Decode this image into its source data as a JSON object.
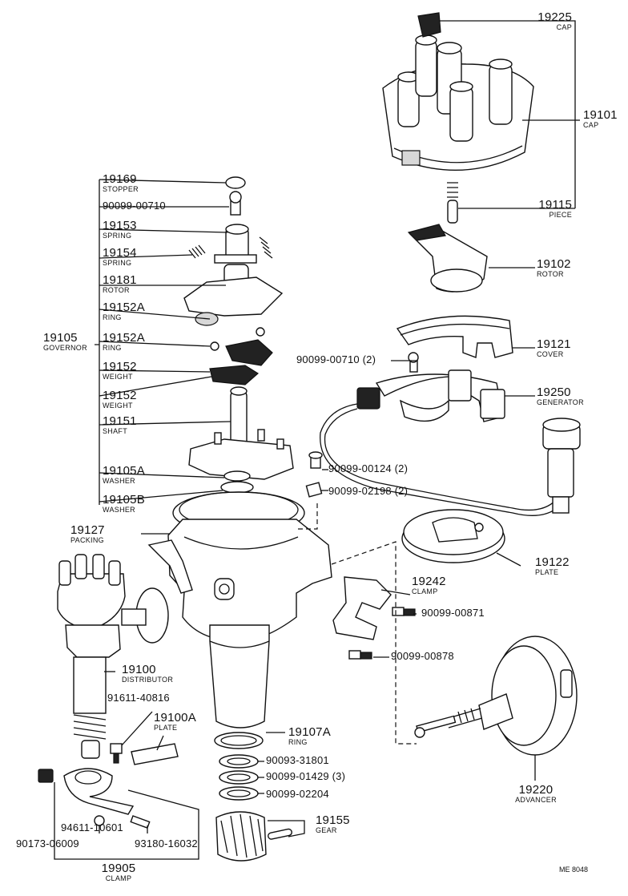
{
  "labels": {
    "cap_top": {
      "num": "19225",
      "sub": "CAP"
    },
    "cap": {
      "num": "19101",
      "sub": "CAP"
    },
    "piece": {
      "num": "19115",
      "sub": "PIECE"
    },
    "rotor": {
      "num": "19102",
      "sub": "ROTOR"
    },
    "cover": {
      "num": "19121",
      "sub": "COVER"
    },
    "bolt_cover": {
      "num": "90099-00710 (2)",
      "sub": ""
    },
    "generator": {
      "num": "19250",
      "sub": "GENERATOR"
    },
    "screw_00124": {
      "num": "90099-00124 (2)",
      "sub": ""
    },
    "screw_02198": {
      "num": "90099-02198 (2)",
      "sub": ""
    },
    "plate_19122": {
      "num": "19122",
      "sub": "PLATE"
    },
    "clamp_19242": {
      "num": "19242",
      "sub": "CLAMP"
    },
    "screw_00871": {
      "num": "90099-00871",
      "sub": ""
    },
    "screw_00878": {
      "num": "90099-00878",
      "sub": ""
    },
    "advancer": {
      "num": "19220",
      "sub": "ADVANCER"
    },
    "stopper": {
      "num": "19169",
      "sub": "STOPPER"
    },
    "bolt_gov": {
      "num": "90099-00710",
      "sub": ""
    },
    "spring_19153": {
      "num": "19153",
      "sub": "SPRING"
    },
    "spring_19154": {
      "num": "19154",
      "sub": "SPRING"
    },
    "rotor_19181": {
      "num": "19181",
      "sub": "ROTOR"
    },
    "ring_19152a_1": {
      "num": "19152A",
      "sub": "RING"
    },
    "ring_19152a_2": {
      "num": "19152A",
      "sub": "RING"
    },
    "weight_1": {
      "num": "19152",
      "sub": "WEIGHT"
    },
    "weight_2": {
      "num": "19152",
      "sub": "WEIGHT"
    },
    "shaft": {
      "num": "19151",
      "sub": "SHAFT"
    },
    "washer_a": {
      "num": "19105A",
      "sub": "WASHER"
    },
    "washer_b": {
      "num": "19105B",
      "sub": "WASHER"
    },
    "governor": {
      "num": "19105",
      "sub": "GOVERNOR"
    },
    "packing": {
      "num": "19127",
      "sub": "PACKING"
    },
    "distributor": {
      "num": "19100",
      "sub": "DISTRIBUTOR"
    },
    "screw_91611": {
      "num": "91611-40816",
      "sub": ""
    },
    "plate_19100a": {
      "num": "19100A",
      "sub": "PLATE"
    },
    "ring_19107a": {
      "num": "19107A",
      "sub": "RING"
    },
    "washer_31801": {
      "num": "90093-31801",
      "sub": ""
    },
    "washer_01429": {
      "num": "90099-01429 (3)",
      "sub": ""
    },
    "washer_02204": {
      "num": "90099-02204",
      "sub": ""
    },
    "gear": {
      "num": "19155",
      "sub": "GEAR"
    },
    "bolt_94611": {
      "num": "94611-10601",
      "sub": ""
    },
    "nut_90173": {
      "num": "90173-06009",
      "sub": ""
    },
    "bolt_93180": {
      "num": "93180-16032",
      "sub": ""
    },
    "clamp_19905": {
      "num": "19905",
      "sub": "CLAMP"
    }
  },
  "drawing_code": "ME 8048"
}
